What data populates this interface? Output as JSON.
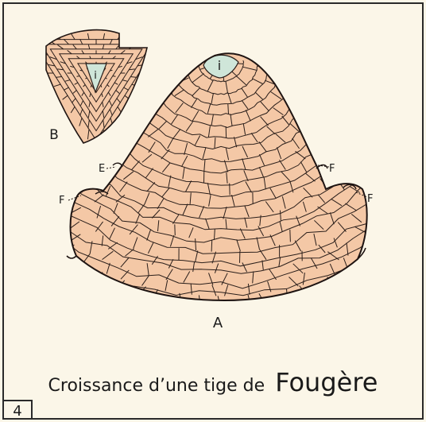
{
  "plate": {
    "title_prefix": "Croissance d’une tige de",
    "title_emphasis": "Fougère",
    "plate_number": "4"
  },
  "figure_A": {
    "label": "A",
    "apical_cell_label": "i",
    "side_labels": [
      "E",
      "F",
      "F",
      "F"
    ]
  },
  "figure_B": {
    "label": "B",
    "apical_cell_label": "i"
  },
  "colors": {
    "paper": "#fbf6e8",
    "tissue_fill": "#f4c8a6",
    "apical_cell_fill": "#cfe6d9",
    "cell_wall": "#2a1e1a",
    "frame": "#2a2a2a"
  }
}
